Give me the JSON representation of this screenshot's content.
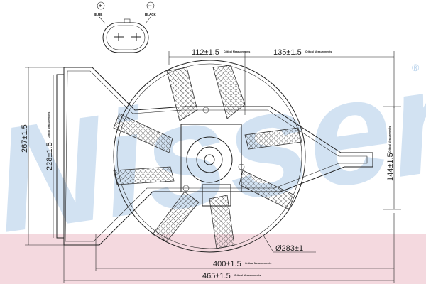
{
  "watermark": {
    "text": "Nissens",
    "registered": "®",
    "color": "#b9d3ec"
  },
  "band_color": "#f4d9df",
  "connector": {
    "plus_symbol": "+",
    "minus_symbol": "−",
    "plus_label": "BLUE",
    "minus_label": "BLACK"
  },
  "dimensions": {
    "critical_note": "Critical Measurements",
    "top_left": "112±1.5",
    "top_right": "135±1.5",
    "left_outer": "267±1.5",
    "left_inner": "228±1.5",
    "right": "144±1.5",
    "diameter": "Ø283±1",
    "bottom_inner": "400±1.5",
    "bottom_outer": "465±1.5"
  }
}
